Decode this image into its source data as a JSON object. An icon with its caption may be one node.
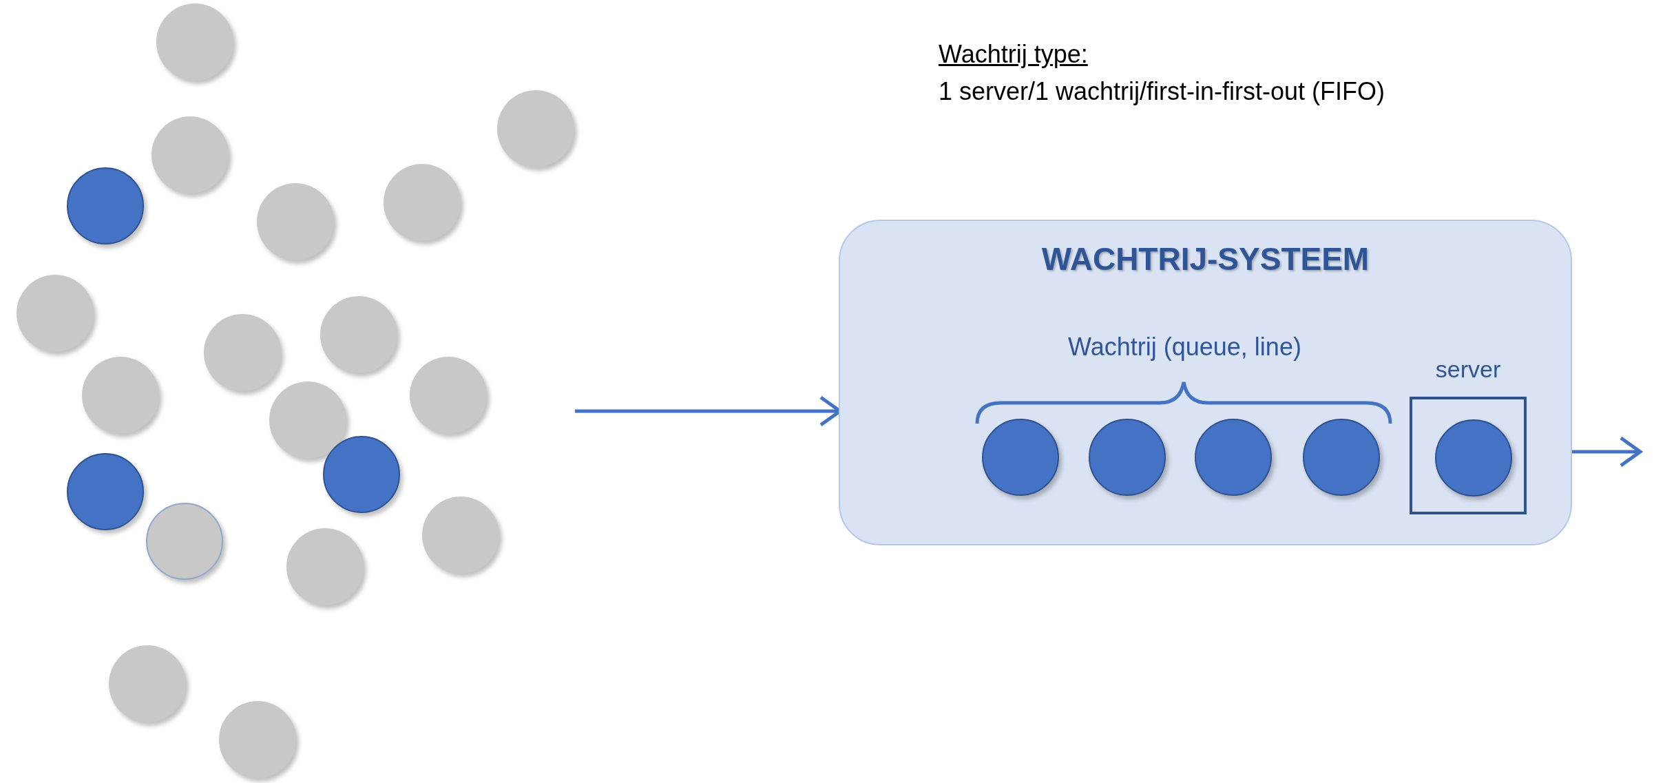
{
  "diagram": {
    "nodes": [
      {
        "text": [],
        "shape": "circle"
      },
      {
        "text": [],
        "shape": "circle"
      },
      {
        "text": [],
        "shape": "circle"
      },
      {
        "text": [],
        "shape": "circle"
      },
      {
        "text": [],
        "shape": "circle"
      },
      {
        "text": [],
        "shape": "circle"
      },
      {
        "text": [],
        "shape": "circle"
      },
      {
        "text": [],
        "shape": "circle"
      },
      {
        "text": [],
        "shape": "circle"
      },
      {
        "text": [],
        "shape": "circle"
      },
      {
        "text": [],
        "shape": "circle"
      },
      {
        "text": [],
        "shape": "circle"
      },
      {
        "text": [],
        "shape": "circle"
      },
      {
        "text": [],
        "shape": "circle"
      },
      {
        "text": [],
        "shape": "circle"
      },
      {
        "text": [],
        "shape": "circle"
      },
      {
        "text": [],
        "shape": "circle"
      },
      {
        "text": [],
        "shape": "circle"
      },
      {
        "text": [],
        "shape": "circle"
      },
      {
        "text": [
          "WACHTRIJ-SYSTEEM"
        ]
      },
      {
        "text": [],
        "shape": "circle",
        "in": 19
      },
      {
        "text": [],
        "shape": "circle",
        "in": 19
      },
      {
        "text": [],
        "shape": "circle",
        "in": 19
      },
      {
        "text": [],
        "shape": "circle",
        "in": 19
      },
      {
        "text": [
          "server"
        ],
        "in": 19
      },
      {
        "text": [],
        "shape": "circle",
        "in": 24
      }
    ],
    "edges": [
      {
        "from": null,
        "to": 19,
        "arrow": "to"
      },
      {
        "from": 24,
        "to": null,
        "arrow": "to"
      }
    ],
    "labels": [
      "Wachtrij type:",
      "1 server/1 wachtrij/first-in-first-out (FIFO)",
      "Wachtrij (queue, line)"
    ]
  }
}
